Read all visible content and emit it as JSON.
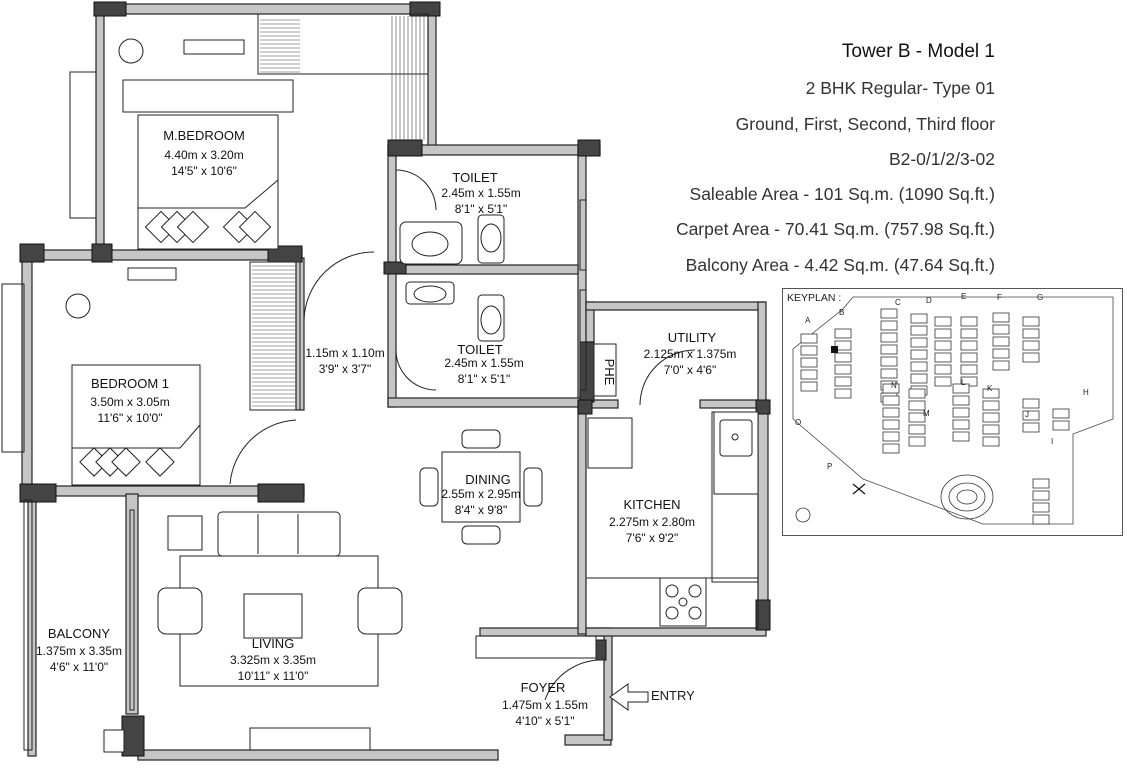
{
  "header": {
    "title": "Tower B - Model 1",
    "unit_type": "2 BHK Regular- Type 01",
    "floors": "Ground, First, Second, Third floor",
    "unit_code": "B2-0/1/2/3-02",
    "saleable_area": "Saleable Area - 101 Sq.m. (1090 Sq.ft.)",
    "carpet_area": "Carpet Area - 70.41 Sq.m. (757.98 Sq.ft.)",
    "balcony_area": "Balcony Area - 4.42 Sq.m. (47.64 Sq.ft.)"
  },
  "rooms": {
    "master_bedroom": {
      "name": "M.BEDROOM",
      "dim_m": "4.40m x 3.20m",
      "dim_ft": "14'5\" x 10'6\""
    },
    "toilet_1": {
      "name": "TOILET",
      "dim_m": "2.45m x 1.55m",
      "dim_ft": "8'1\" x 5'1\""
    },
    "toilet_2": {
      "name": "TOILET",
      "dim_m": "2.45m x 1.55m",
      "dim_ft": "8'1\" x 5'1\""
    },
    "passage": {
      "dim_m": "1.15m x 1.10m",
      "dim_ft": "3'9\" x 3'7\""
    },
    "bedroom_1": {
      "name": "BEDROOM 1",
      "dim_m": "3.50m x 3.05m",
      "dim_ft": "11'6\" x 10'0\""
    },
    "utility": {
      "name": "UTILITY",
      "dim_m": "2.125m x 1.375m",
      "dim_ft": "7'0\" x 4'6\""
    },
    "phe": {
      "name": "PHE"
    },
    "dining": {
      "name": "DINING",
      "dim_m": "2.55m x 2.95m",
      "dim_ft": "8'4\" x 9'8\""
    },
    "kitchen": {
      "name": "KITCHEN",
      "dim_m": "2.275m x 2.80m",
      "dim_ft": "7'6\" x 9'2\""
    },
    "living": {
      "name": "LIVING",
      "dim_m": "3.325m x 3.35m",
      "dim_ft": "10'11\" x 11'0\""
    },
    "balcony": {
      "name": "BALCONY",
      "dim_m": "1.375m x 3.35m",
      "dim_ft": "4'6\" x 11'0\""
    },
    "foyer": {
      "name": "FOYER",
      "dim_m": "1.475m x 1.55m",
      "dim_ft": "4'10\" x 5'1\""
    }
  },
  "entry_label": "ENTRY",
  "keyplan": {
    "title": "KEYPLAN :",
    "blocks": [
      "A",
      "B",
      "C",
      "D",
      "E",
      "F",
      "G",
      "H",
      "I",
      "J",
      "K",
      "L",
      "M",
      "N",
      "O",
      "P"
    ]
  },
  "colors": {
    "wall_fill": "#c6c6c6",
    "column": "#444444",
    "line": "#222222",
    "text": "#333333"
  }
}
